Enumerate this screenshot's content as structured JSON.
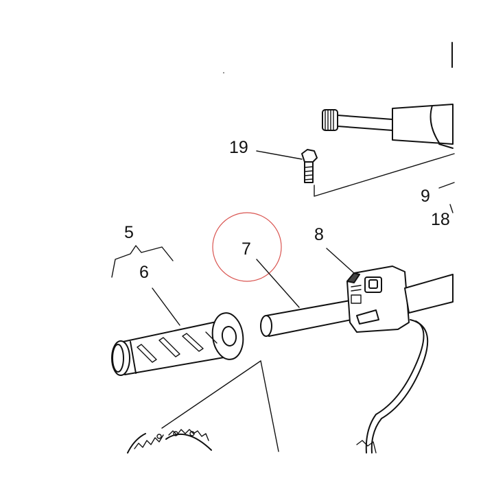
{
  "callouts": {
    "part_5": "5",
    "part_6": "6",
    "part_7": "7",
    "part_8": "8",
    "part_9": "9",
    "part_18": "18",
    "part_19": "19"
  },
  "colors": {
    "ink": "#111111",
    "highlight_circle": "#d9534f",
    "background": "#ffffff"
  }
}
